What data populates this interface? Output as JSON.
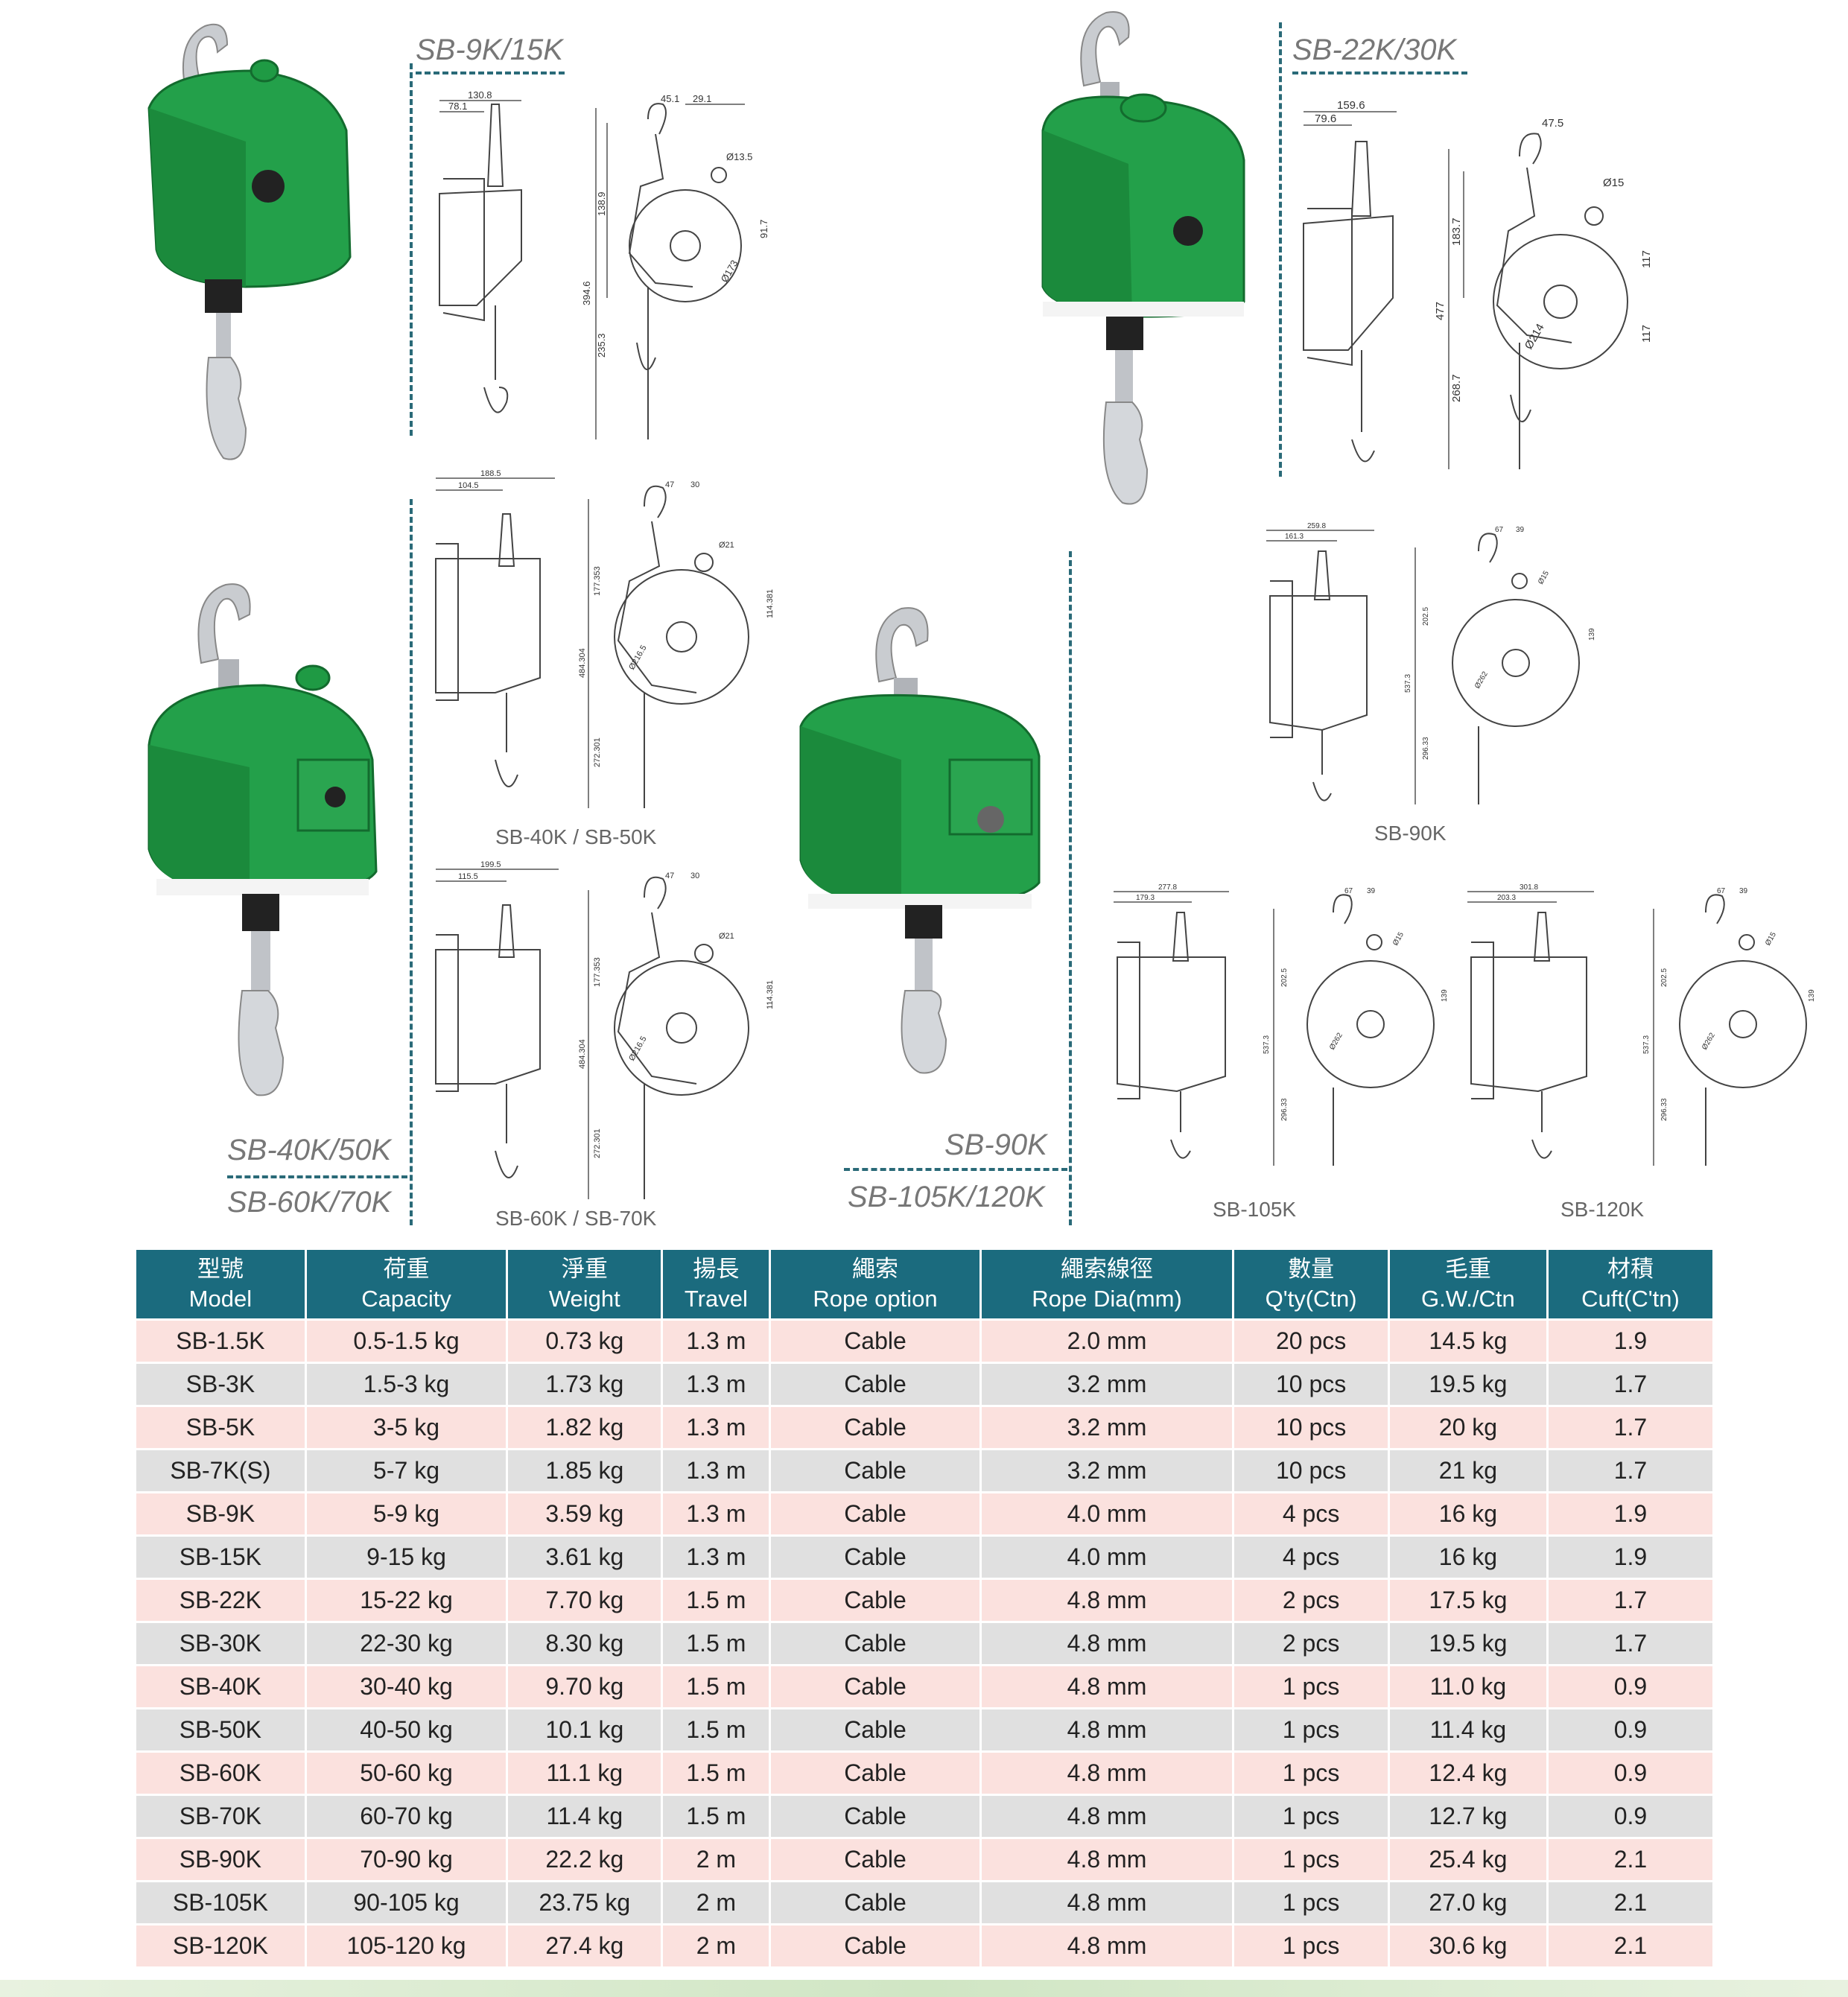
{
  "titles": {
    "sb9_15": "SB-9K/15K",
    "sb22_30": "SB-22K/30K",
    "sb40_50": "SB-40K/50K",
    "sb60_70": "SB-60K/70K",
    "sb90": "SB-90K",
    "sb105_120": "SB-105K/120K"
  },
  "captions": {
    "sb40_sb50": "SB-40K / SB-50K",
    "sb60_sb70": "SB-60K / SB-70K",
    "sb90": "SB-90K",
    "sb105": "SB-105K",
    "sb120": "SB-120K"
  },
  "dims": {
    "sb9": [
      "130.8",
      "78.1",
      "45.1",
      "29.1",
      "Ø13.5",
      "138.9",
      "91.7",
      "394.6",
      "Ø173",
      "235.3"
    ],
    "sb22": [
      "159.6",
      "79.6",
      "47.5",
      "Ø15",
      "183.7",
      "117",
      "477",
      "Ø214",
      "117",
      "268.7"
    ],
    "sb40": [
      "188.5",
      "104.5",
      "47",
      "30",
      "Ø21",
      "177.353",
      "114.381",
      "484.304",
      "Ø216.5",
      "272.301"
    ],
    "sb60": [
      "199.5",
      "115.5",
      "47",
      "30",
      "Ø21",
      "177.353",
      "114.381",
      "484.304",
      "Ø216.5",
      "272.301"
    ],
    "sb90": [
      "259.8",
      "161.3",
      "67",
      "39",
      "Ø15",
      "202.5",
      "139",
      "537.3",
      "Ø262",
      "296.33"
    ],
    "sb105": [
      "277.8",
      "179.3",
      "67",
      "39",
      "Ø15",
      "202.5",
      "139",
      "537.3",
      "Ø262",
      "296.33"
    ],
    "sb120": [
      "301.8",
      "203.3",
      "67",
      "39",
      "Ø15",
      "202.5",
      "139",
      "537.3",
      "Ø262",
      "296.33"
    ]
  },
  "colors": {
    "header": "#1b6b7e",
    "row_pink": "#fbe1de",
    "row_gray": "#e0e0e0",
    "body_green": "#1f9a44"
  },
  "table": {
    "headers": [
      {
        "zh": "型號",
        "en": "Model"
      },
      {
        "zh": "荷重",
        "en": "Capacity"
      },
      {
        "zh": "淨重",
        "en": "Weight"
      },
      {
        "zh": "揚長",
        "en": "Travel"
      },
      {
        "zh": "繩索",
        "en": "Rope option"
      },
      {
        "zh": "繩索線徑",
        "en": "Rope Dia(mm)"
      },
      {
        "zh": "數量",
        "en": "Q'ty(Ctn)"
      },
      {
        "zh": "毛重",
        "en": "G.W./Ctn"
      },
      {
        "zh": "材積",
        "en": "Cuft(C'tn)"
      }
    ],
    "rows": [
      [
        "SB-1.5K",
        "0.5-1.5 kg",
        "0.73 kg",
        "1.3 m",
        "Cable",
        "2.0 mm",
        "20 pcs",
        "14.5 kg",
        "1.9"
      ],
      [
        "SB-3K",
        "1.5-3 kg",
        "1.73 kg",
        "1.3 m",
        "Cable",
        "3.2 mm",
        "10 pcs",
        "19.5 kg",
        "1.7"
      ],
      [
        "SB-5K",
        "3-5 kg",
        "1.82 kg",
        "1.3 m",
        "Cable",
        "3.2 mm",
        "10 pcs",
        "20 kg",
        "1.7"
      ],
      [
        "SB-7K(S)",
        "5-7 kg",
        "1.85 kg",
        "1.3 m",
        "Cable",
        "3.2 mm",
        "10 pcs",
        "21 kg",
        "1.7"
      ],
      [
        "SB-9K",
        "5-9 kg",
        "3.59 kg",
        "1.3 m",
        "Cable",
        "4.0 mm",
        "4 pcs",
        "16 kg",
        "1.9"
      ],
      [
        "SB-15K",
        "9-15 kg",
        "3.61 kg",
        "1.3 m",
        "Cable",
        "4.0 mm",
        "4 pcs",
        "16 kg",
        "1.9"
      ],
      [
        "SB-22K",
        "15-22 kg",
        "7.70 kg",
        "1.5 m",
        "Cable",
        "4.8 mm",
        "2 pcs",
        "17.5 kg",
        "1.7"
      ],
      [
        "SB-30K",
        "22-30 kg",
        "8.30 kg",
        "1.5 m",
        "Cable",
        "4.8 mm",
        "2 pcs",
        "19.5 kg",
        "1.7"
      ],
      [
        "SB-40K",
        "30-40 kg",
        "9.70 kg",
        "1.5 m",
        "Cable",
        "4.8 mm",
        "1 pcs",
        "11.0 kg",
        "0.9"
      ],
      [
        "SB-50K",
        "40-50 kg",
        "10.1 kg",
        "1.5 m",
        "Cable",
        "4.8 mm",
        "1 pcs",
        "11.4 kg",
        "0.9"
      ],
      [
        "SB-60K",
        "50-60 kg",
        "11.1 kg",
        "1.5 m",
        "Cable",
        "4.8 mm",
        "1 pcs",
        "12.4 kg",
        "0.9"
      ],
      [
        "SB-70K",
        "60-70 kg",
        "11.4 kg",
        "1.5 m",
        "Cable",
        "4.8 mm",
        "1 pcs",
        "12.7 kg",
        "0.9"
      ],
      [
        "SB-90K",
        "70-90 kg",
        "22.2 kg",
        "2 m",
        "Cable",
        "4.8 mm",
        "1 pcs",
        "25.4 kg",
        "2.1"
      ],
      [
        "SB-105K",
        "90-105 kg",
        "23.75 kg",
        "2 m",
        "Cable",
        "4.8 mm",
        "1 pcs",
        "27.0 kg",
        "2.1"
      ],
      [
        "SB-120K",
        "105-120 kg",
        "27.4 kg",
        "2 m",
        "Cable",
        "4.8 mm",
        "1 pcs",
        "30.6 kg",
        "2.1"
      ]
    ]
  }
}
